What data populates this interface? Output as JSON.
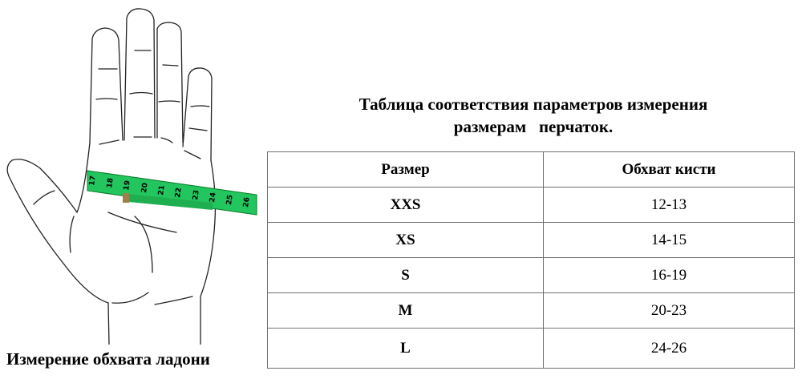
{
  "title": {
    "line1": "Таблица соответствия параметров измерения",
    "line2": "размерам   перчаток."
  },
  "illustration": {
    "caption": "Измерение обхвата ладони",
    "tape_marks": [
      "17",
      "18",
      "19",
      "20",
      "21",
      "22",
      "23",
      "24",
      "25",
      "26"
    ],
    "tape_color": "#22c55e"
  },
  "table": {
    "headers": [
      "Размер",
      "Обхват кисти"
    ],
    "rows": [
      {
        "size": "XXS",
        "girth": "12-13"
      },
      {
        "size": "XS",
        "girth": "14-15"
      },
      {
        "size": "S",
        "girth": "16-19"
      },
      {
        "size": "M",
        "girth": "20-23"
      },
      {
        "size": "L",
        "girth": "24-26"
      }
    ]
  }
}
